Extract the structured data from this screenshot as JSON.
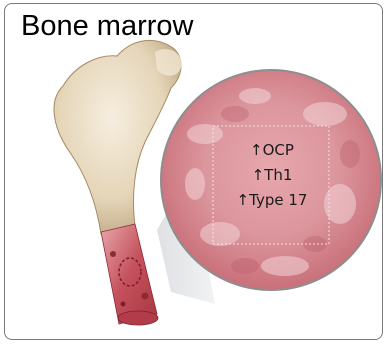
{
  "figure": {
    "title": "Bone marrow",
    "labels": [
      "↑OCP",
      "↑Th1",
      "↑Type 17"
    ]
  },
  "colors": {
    "frame": "#7a7a7a",
    "bone": "#e9dcc3",
    "marrow": "#d98f96",
    "text": "#1a1a1a"
  }
}
